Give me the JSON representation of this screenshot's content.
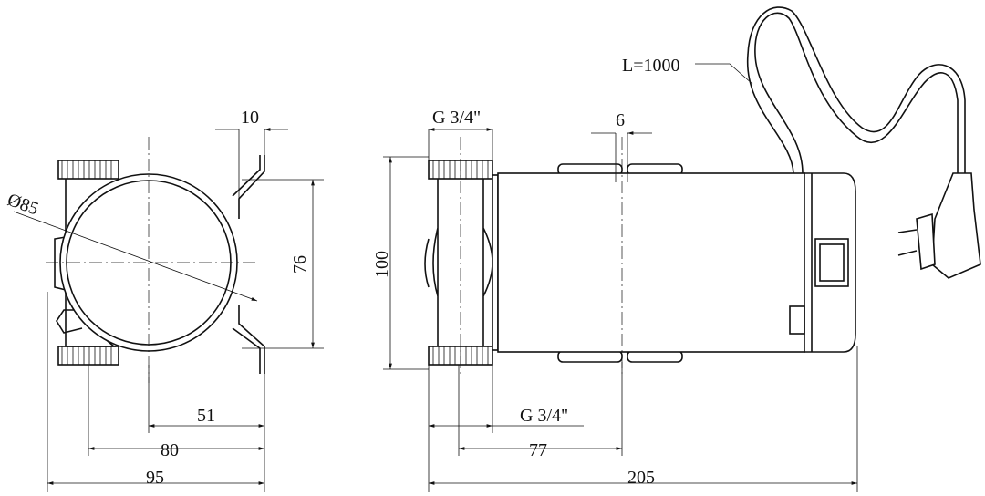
{
  "side_view": {
    "dim_bracket": "10",
    "dim_diameter": "Ø85",
    "dim_height": "76",
    "dim_51": "51",
    "dim_80": "80",
    "dim_95": "95"
  },
  "front_view": {
    "dim_thread_top": "G 3/4\"",
    "dim_foot_gap": "6",
    "dim_height": "100",
    "dim_thread_bottom": "G 3/4\"",
    "dim_77": "77",
    "dim_total": "205",
    "cable_length": "L=1000"
  }
}
